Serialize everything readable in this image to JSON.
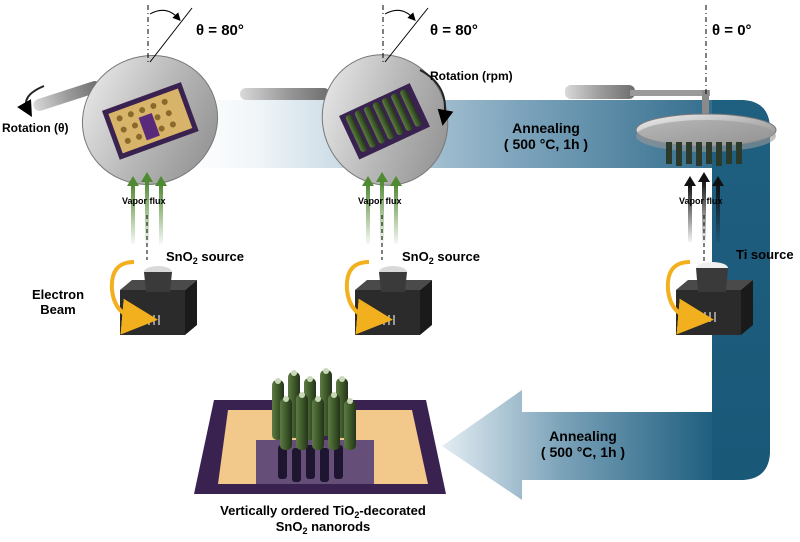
{
  "angles": {
    "first": "θ = 80°",
    "second": "θ = 80°",
    "third": "θ = 0°"
  },
  "rotation": {
    "theta_label": "Rotation (θ)",
    "rpm_label": "Rotation (rpm)"
  },
  "vapor_flux": {
    "label_1": "Vapor flux",
    "label_2": "Vapor flux",
    "label_3": "Vapor flux"
  },
  "sources": {
    "source_1": {
      "main": "SnO",
      "sub": "2",
      "rest": " source"
    },
    "source_2": {
      "main": "SnO",
      "sub": "2",
      "rest": " source"
    },
    "source_3": "Ti source"
  },
  "electron_beam": {
    "line1": "Electron",
    "line2": "Beam"
  },
  "annealing_top": {
    "line1": "Annealing",
    "line2": "( 500 °C, 1h )"
  },
  "annealing_bottom": {
    "line1": "Annealing",
    "line2": "( 500 °C, 1h )"
  },
  "caption": {
    "l1_a": "Vertically ordered TiO",
    "l1_sub": "2",
    "l1_b": "-decorated",
    "l2_a": "SnO",
    "l2_sub": "2",
    "l2_b": " nanorods"
  },
  "colors": {
    "arrow_dark": "#1f5f80",
    "arrow_light": "#e8f0f5",
    "flux_green": "#4f8a32",
    "flux_black": "#111111",
    "rotation_yellow": "#f2b01e",
    "substrate_purple": "#3a2250",
    "electrode_gold": "#f2c98a",
    "nanorod_green": "#3f5a2a"
  }
}
